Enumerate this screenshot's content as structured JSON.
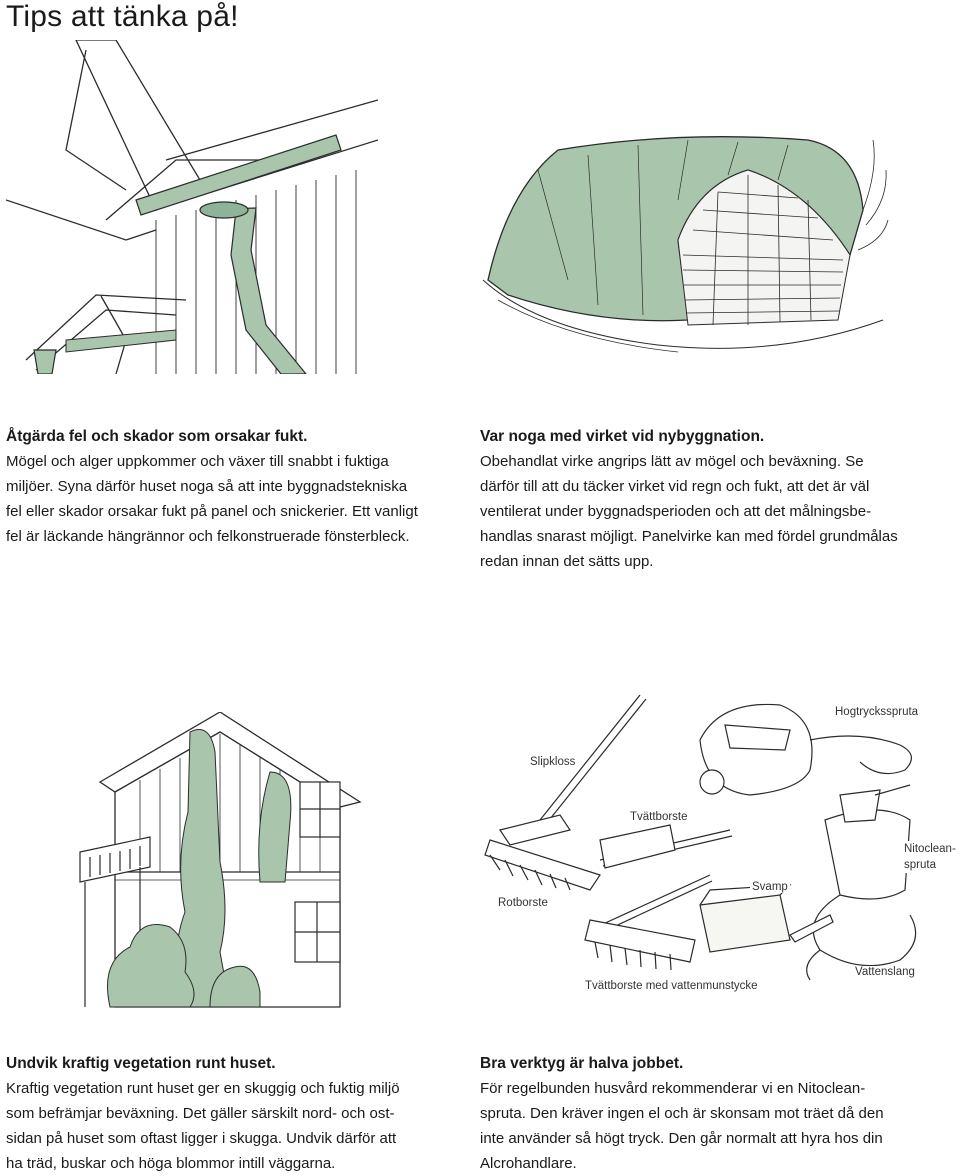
{
  "page": {
    "title": "Tips att tänka på!"
  },
  "sections": {
    "moisture": {
      "heading": "Åtgärda fel och skador som orsakar fukt.",
      "lines": [
        "Mögel och alger uppkommer och växer till snabbt i fuktiga",
        "miljöer. Syna därför huset noga så att inte byggnadstekniska",
        "fel eller skador orsakar fukt på panel och snickerier. Ett vanligt",
        "fel är läckande hängrännor och felkonstruerade fönsterbleck."
      ]
    },
    "lumber": {
      "heading": "Var noga med virket vid nybyggnation.",
      "lines": [
        "Obehandlat virke angrips lätt av mögel och beväxning. Se",
        "därför till att du täcker virket vid regn och fukt, att det är väl",
        "ventilerat under byggnadsperioden och att det målningsbe-",
        "handlas snarast möjligt. Panelvirke kan med fördel grundmålas",
        "redan innan det sätts upp."
      ]
    },
    "vegetation": {
      "heading": "Undvik kraftig vegetation runt huset.",
      "lines": [
        "Kraftig vegetation runt huset ger en skuggig och fuktig miljö",
        "som befrämjar beväxning. Det gäller särskilt nord- och ost-",
        "sidan på huset som oftast ligger i skugga. Undvik därför att",
        "ha träd, buskar och höga blommor intill väggarna."
      ]
    },
    "tools": {
      "heading": "Bra verktyg är halva jobbet.",
      "lines": [
        "För regelbunden husvård rekommenderar vi en Nitoclean-",
        "spruta. Den kräver ingen el och är skonsam mot träet då den",
        "inte använder så högt tryck. Den går normalt att hyra hos din",
        "Alcrohandlare."
      ]
    }
  },
  "tool_labels": {
    "pressure_washer": "Hogtrycksspruta",
    "sanding_block": "Slipkloss",
    "wash_brush": "Tvättborste",
    "nitoclean_sprayer_line1": "Nitoclean-",
    "nitoclean_sprayer_line2": "spruta",
    "sponge": "Svamp",
    "root_brush": "Rotborste",
    "wash_brush_nozzle": "Tvättborste med vattenmunstycke",
    "water_hose": "Vattenslang"
  },
  "colors": {
    "illustration_green": "#a9c6ad",
    "illustration_green_dark": "#8fb396",
    "ink": "#2b2b2b"
  }
}
